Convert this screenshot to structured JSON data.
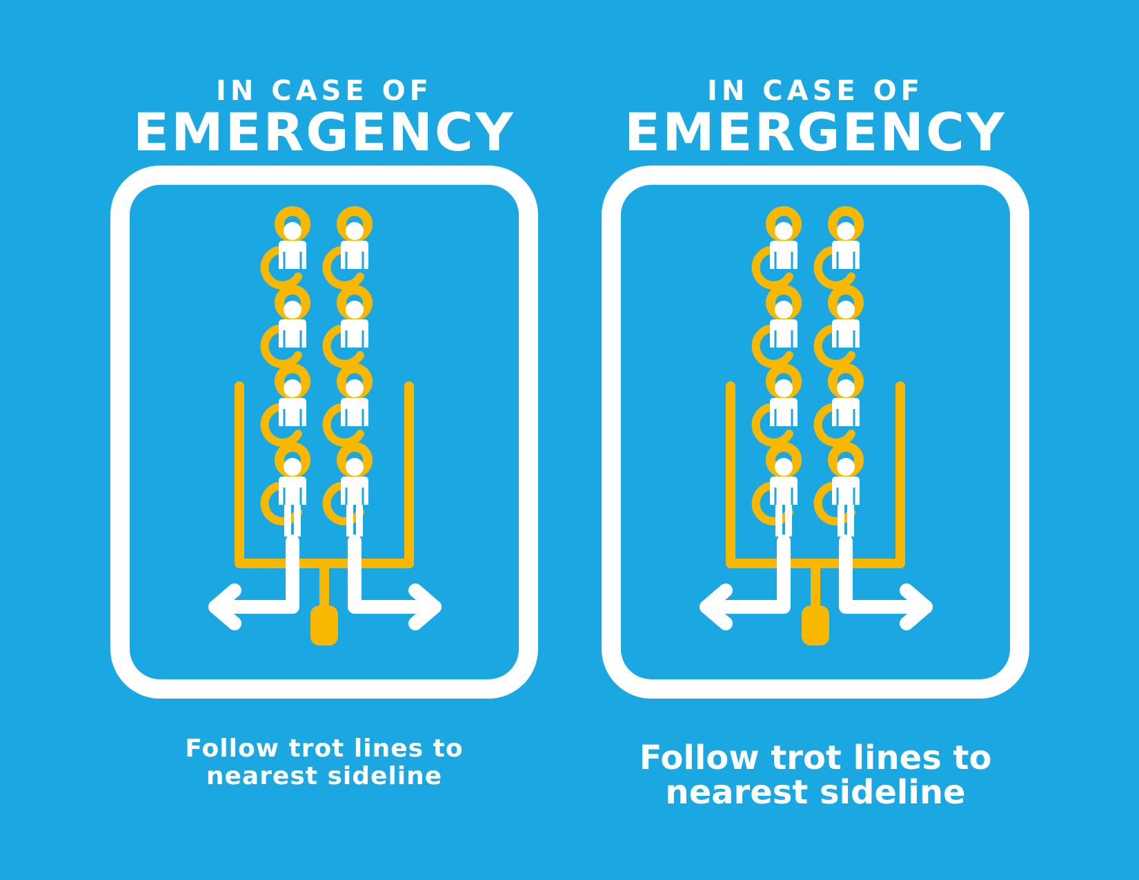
{
  "colors": {
    "background": "#1ba7e1",
    "frame": "#ffffff",
    "goalpost": "#f9b800",
    "player_ring": "#f9b800",
    "player": "#ffffff"
  },
  "icons": [
    "player-icon",
    "goalpost-icon",
    "arrow-left-icon",
    "arrow-right-icon"
  ],
  "signs": [
    {
      "pre_title": "IN CASE OF",
      "title": "EMERGENCY",
      "instruction_line1": "Follow trot lines to",
      "instruction_line2": "nearest sideline"
    },
    {
      "pre_title": "IN CASE OF",
      "title": "EMERGENCY",
      "instruction_line1": "Follow trot lines to",
      "instruction_line2": "nearest sideline"
    }
  ]
}
